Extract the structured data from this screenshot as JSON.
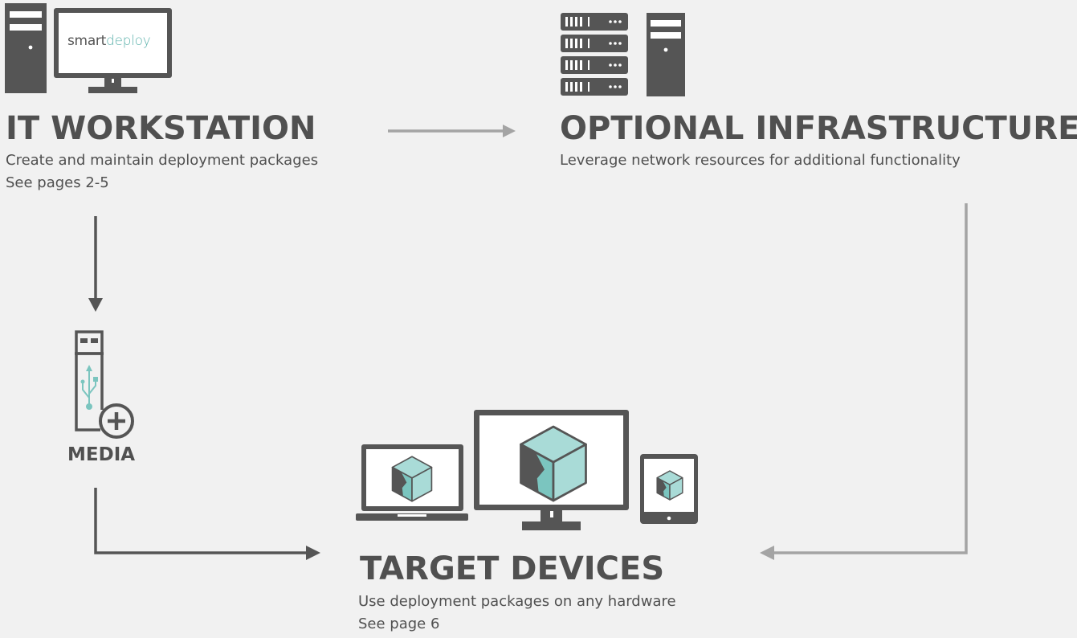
{
  "colors": {
    "background": "#f1f1f1",
    "dark_gray": "#555555",
    "light_gray": "#a4a4a4",
    "teal_light": "#a9dbd7",
    "teal_mid": "#7bc5bf",
    "teal_accent": "#5fb3ad",
    "white": "#ffffff"
  },
  "workstation": {
    "heading": "IT WORKSTATION",
    "line1": "Create and maintain deployment packages",
    "line2": "See pages 2-5",
    "logo_main": "smart",
    "logo_accent": "deploy",
    "icons": [
      "tower-pc-icon",
      "monitor-icon"
    ]
  },
  "infrastructure": {
    "heading": "OPTIONAL INFRASTRUCTURE",
    "line1": "Leverage network resources for additional functionality",
    "icons": [
      "server-rack-icon",
      "tower-pc-icon"
    ]
  },
  "media": {
    "heading": "MEDIA",
    "icons": [
      "usb-drive-icon",
      "plus-circle-icon"
    ]
  },
  "target": {
    "heading": "TARGET DEVICES",
    "line1": "Use deployment packages on any hardware",
    "line2": "See page 6",
    "icons": [
      "laptop-icon",
      "desktop-monitor-icon",
      "tablet-icon",
      "package-cube-icon"
    ]
  },
  "arrows": [
    {
      "from": "workstation",
      "to": "infrastructure",
      "color": "#a4a4a4"
    },
    {
      "from": "workstation",
      "to": "media",
      "color": "#555555"
    },
    {
      "from": "media",
      "to": "target",
      "color": "#555555"
    },
    {
      "from": "infrastructure",
      "to": "target",
      "color": "#a4a4a4"
    }
  ]
}
